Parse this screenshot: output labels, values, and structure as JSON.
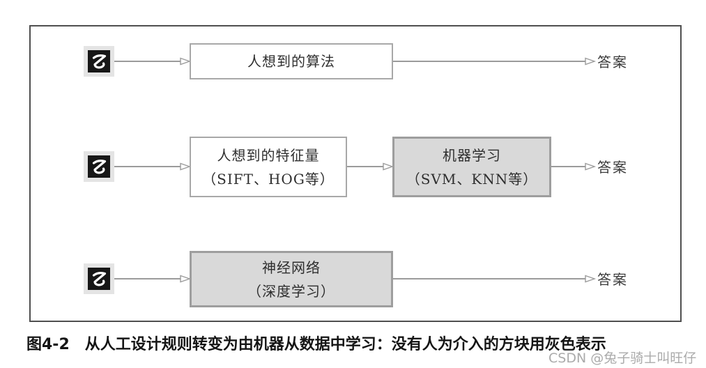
{
  "figure": {
    "caption": {
      "label": "图4-2",
      "text": "从人工设计规则转变为由机器从数据中学习：没有人为介入的方块用灰色表示"
    },
    "watermark": "CSDN @兔子骑士叫旺仔",
    "diagram": {
      "input_icon": "handwritten-digit-5",
      "rows": [
        {
          "boxes": [
            {
              "gray": false,
              "lines": [
                "人想到的算法",
                ""
              ]
            }
          ],
          "output": "答案"
        },
        {
          "boxes": [
            {
              "gray": false,
              "lines": [
                "人想到的特征量",
                "（SIFT、HOG等）"
              ]
            },
            {
              "gray": true,
              "lines": [
                "机器学习",
                "（SVM、KNN等）"
              ]
            }
          ],
          "output": "答案"
        },
        {
          "boxes": [
            {
              "gray": true,
              "lines": [
                "神经网络",
                "（深度学习）"
              ]
            }
          ],
          "output": "答案"
        }
      ]
    },
    "colors": {
      "gray_box_fill": "#d9d9d9",
      "gray_box_border": "#9e9e9e",
      "white_box_border": "#a8a8a8",
      "outer_frame_border": "#4f4f4f",
      "arrow": "#9b9b9b",
      "digit_tile_bg": "#e4e4e4",
      "digit_bg": "#171717",
      "watermark_color": "#ababab"
    }
  }
}
